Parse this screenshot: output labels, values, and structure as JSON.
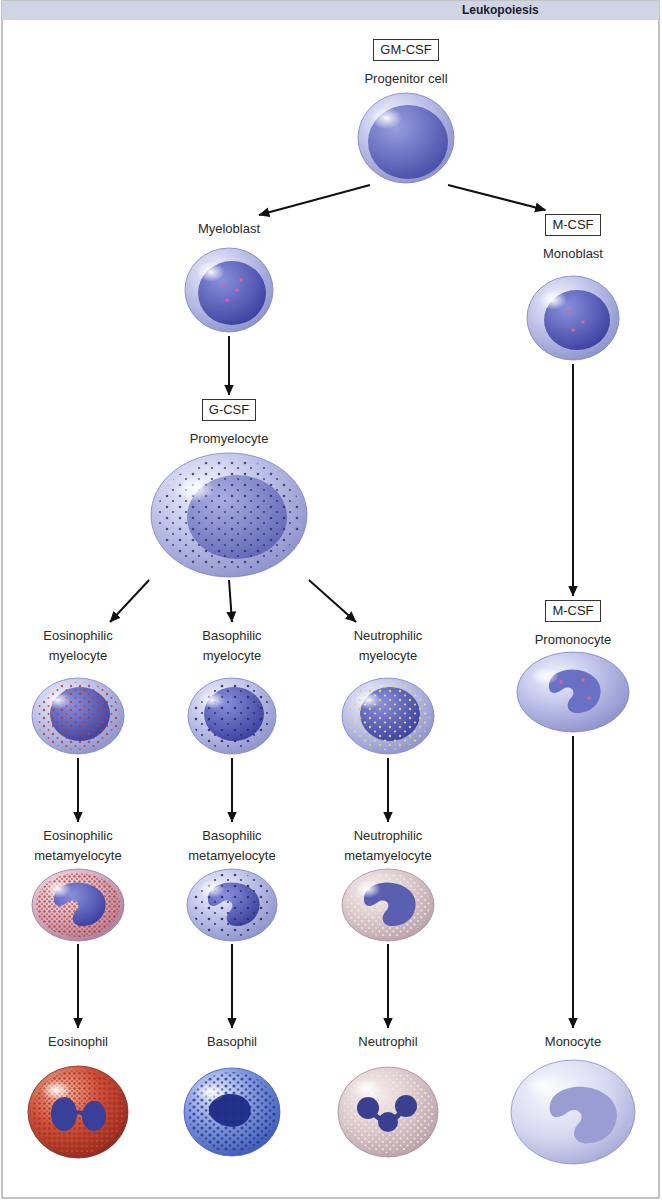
{
  "diagram": {
    "title": "Leukopoiesis",
    "nodes": [
      {
        "text": [
          "GM-CSF",
          "Progenitor cell"
        ]
      },
      {
        "text": [
          "Myeloblast"
        ]
      },
      {
        "text": [
          "M-CSF",
          "Monoblast"
        ]
      },
      {
        "text": [
          "G-CSF",
          "Promyelocyte"
        ]
      },
      {
        "text": [
          "Eosinophilic myelocyte"
        ]
      },
      {
        "text": [
          "Basophilic myelocyte"
        ]
      },
      {
        "text": [
          "Neutrophilic myelocyte"
        ]
      },
      {
        "text": [
          "M-CSF",
          "Promonocyte"
        ]
      },
      {
        "text": [
          "Eosinophilic metamyelocyte"
        ]
      },
      {
        "text": [
          "Basophilic metamyelocyte"
        ]
      },
      {
        "text": [
          "Neutrophilic metamyelocyte"
        ]
      },
      {
        "text": [
          "Eosinophil"
        ]
      },
      {
        "text": [
          "Basophil"
        ]
      },
      {
        "text": [
          "Neutrophil"
        ]
      },
      {
        "text": [
          "Monocyte"
        ]
      }
    ],
    "edges": [
      {
        "from": 0,
        "to": 1,
        "arrow": "to"
      },
      {
        "from": 0,
        "to": 2,
        "arrow": "to"
      },
      {
        "from": 1,
        "to": 3,
        "arrow": "to"
      },
      {
        "from": 3,
        "to": 4,
        "arrow": "to"
      },
      {
        "from": 3,
        "to": 5,
        "arrow": "to"
      },
      {
        "from": 3,
        "to": 6,
        "arrow": "to"
      },
      {
        "from": 2,
        "to": 7,
        "arrow": "to"
      },
      {
        "from": 4,
        "to": 8,
        "arrow": "to"
      },
      {
        "from": 5,
        "to": 9,
        "arrow": "to"
      },
      {
        "from": 6,
        "to": 10,
        "arrow": "to"
      },
      {
        "from": 7,
        "to": 14,
        "arrow": "to"
      },
      {
        "from": 8,
        "to": 11,
        "arrow": "to"
      },
      {
        "from": 9,
        "to": 12,
        "arrow": "to"
      },
      {
        "from": 10,
        "to": 13,
        "arrow": "to"
      }
    ]
  }
}
